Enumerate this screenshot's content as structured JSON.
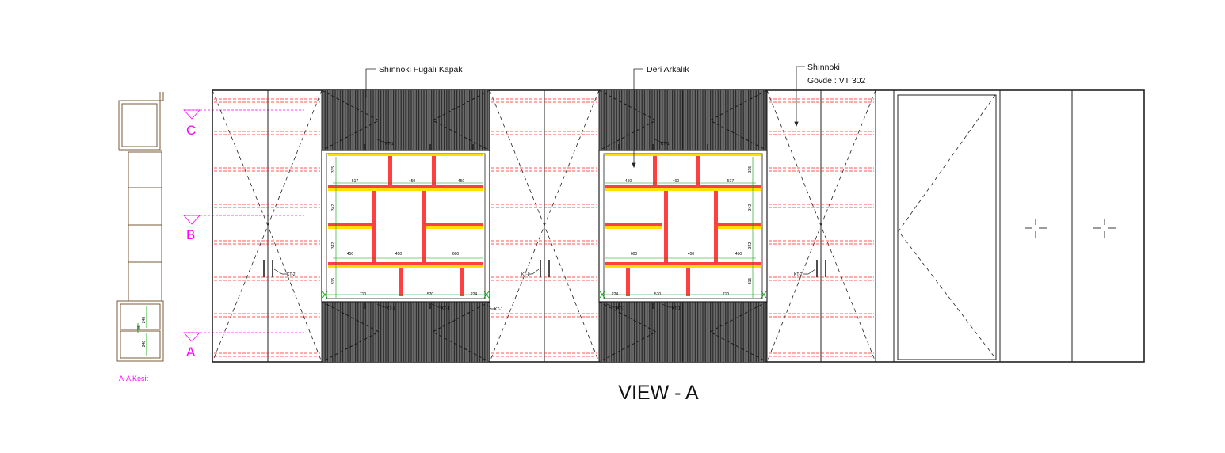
{
  "title": "VIEW - A",
  "section_caption": "A-A Kesit",
  "section_markers": [
    "C",
    "B",
    "A"
  ],
  "callouts": {
    "fluted_door": "Shınnoki Fugalı Kapak",
    "leather_back": "Deri Arkalık",
    "body_material": "Shınnoki",
    "body_code": "Gövde : VT 302"
  },
  "tags": {
    "kt1": "KT-1",
    "kt2": "KT-2"
  },
  "section_dims": [
    "248",
    "248",
    "36"
  ],
  "left_niche": {
    "row1": [
      "517",
      "450",
      "450"
    ],
    "row3": [
      "450",
      "450",
      "600"
    ],
    "row4": [
      "710",
      "570",
      "224"
    ],
    "side": [
      "315",
      "342",
      "342",
      "315"
    ]
  },
  "right_niche": {
    "row1": [
      "450",
      "400",
      "517"
    ],
    "row3": [
      "600",
      "450",
      "450"
    ],
    "row4": [
      "224",
      "570",
      "710"
    ],
    "side": [
      "315",
      "342",
      "342",
      "315"
    ]
  },
  "colors": {
    "line": "#222222",
    "accent_magenta": "#ff00ff",
    "hidden_red": "#ff2020",
    "shelf_yellow": "#ffe000",
    "dim_green": "#00a000",
    "section_brown": "#7a5a3a"
  }
}
